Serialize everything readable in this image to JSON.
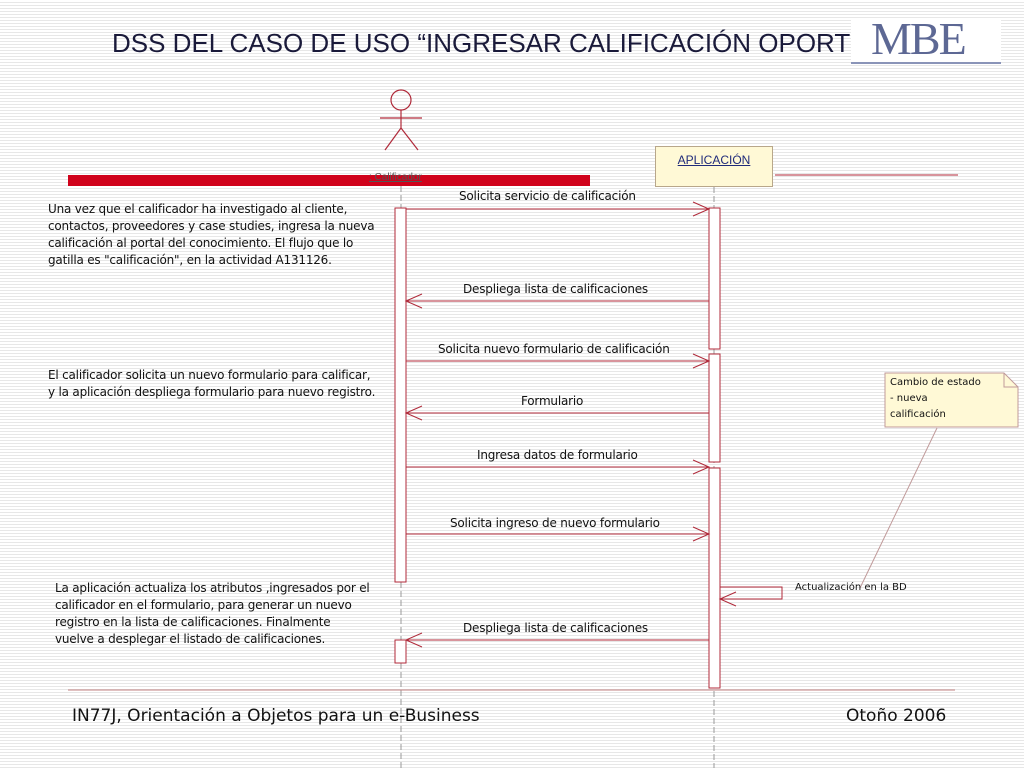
{
  "title": "DSS DEL CASO DE USO “INGRESAR CALIFICACIÓN OPORTUNIDAD”",
  "logo": "MBE",
  "actor": {
    "label": ": Calificador"
  },
  "system": {
    "label": "APLICACIÓN"
  },
  "notes": {
    "note1": [
      "Una vez que el calificador ha investigado al cliente,",
      "contactos, proveedores y case studies, ingresa la nueva",
      "calificación al portal del conocimiento. El flujo que lo",
      "gatilla es \"calificación\", en la actividad A131126."
    ],
    "note2": [
      "El calificador solicita un nuevo formulario para calificar,",
      "y la aplicación despliega formulario para nuevo registro."
    ],
    "note3": [
      "La aplicación actualiza los atributos ,ingresados por el",
      "calificador en el formulario, para generar un nuevo",
      "registro en la lista de calificaciones. Finalmente",
      "vuelve a desplegar el listado de calificaciones."
    ],
    "state_note": [
      "Cambio de estado",
      "- nueva",
      "calificación"
    ]
  },
  "messages": [
    "Solicita servicio de calificación",
    "Despliega lista de calificaciones",
    "Solicita nuevo formulario de calificación",
    "Formulario",
    "Ingresa datos de formulario",
    "Solicita ingreso de nuevo formulario",
    "Actualización en la BD",
    "Despliega lista de calificaciones"
  ],
  "footer": {
    "course": "IN77J, Orientación a Objetos para un e-Business",
    "term": "Otoño 2006"
  }
}
